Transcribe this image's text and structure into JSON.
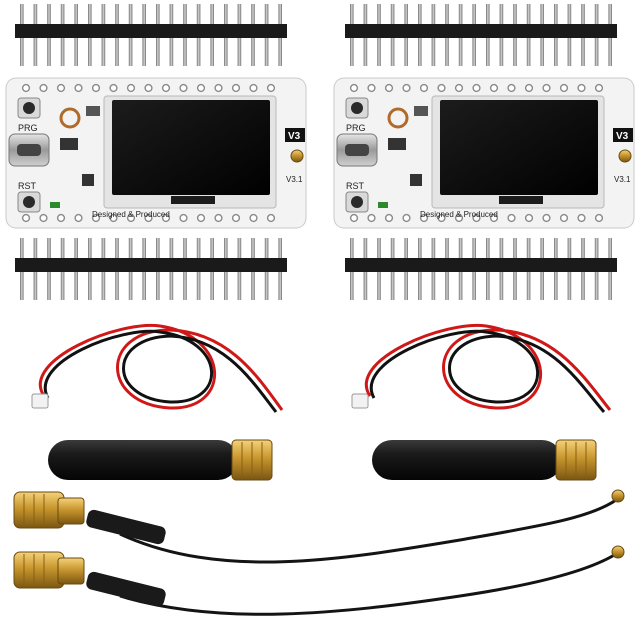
{
  "kits": [
    {
      "board": {
        "prg_label": "PRG",
        "rst_label": "RST",
        "version_badge": "V3",
        "version_text": "V3.1",
        "footer_text": "Designed & Produced"
      }
    },
    {
      "board": {
        "prg_label": "PRG",
        "rst_label": "RST",
        "version_badge": "V3",
        "version_text": "V3.1",
        "footer_text": "Designed & Produced"
      }
    }
  ],
  "colors": {
    "pcb": "#f3f3f3",
    "oled": "#0a0a0a",
    "header_plastic": "#1a1a1a",
    "pin_metal": "#8a8a8a",
    "wire_red": "#d01818",
    "wire_black": "#111111",
    "antenna_body": "#1c1c1c",
    "connector_gold": "#c8962e",
    "coax_cable": "#141414"
  },
  "items": {
    "pin_header_pins_per_strip": 20,
    "pin_headers_per_kit": 2,
    "battery_cables": 2,
    "antennas": 2,
    "pigtail_cables": 2
  }
}
